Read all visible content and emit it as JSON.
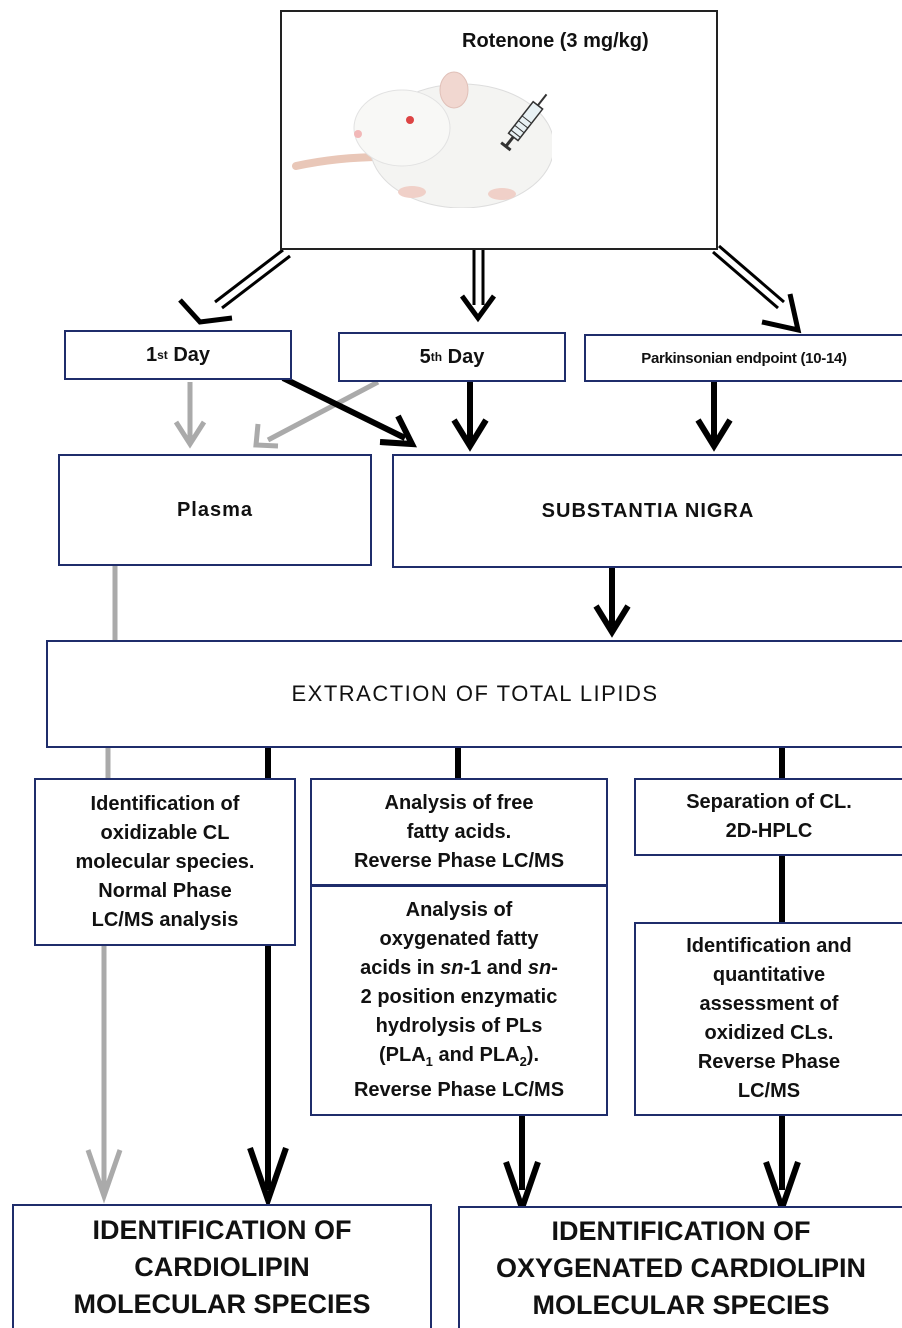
{
  "top": {
    "label": "Rotenone (3 mg/kg)"
  },
  "timepoints": [
    {
      "main": "1",
      "sup": "st",
      "rest": " Day"
    },
    {
      "main": "5",
      "sup": "th",
      "rest": " Day"
    },
    {
      "label": "Parkinsonian endpoint (10-14)"
    }
  ],
  "tissues": {
    "plasma": "Plasma",
    "sn": "SUBSTANTIA NIGRA"
  },
  "extraction": "EXTRACTION OF TOTAL LIPIDS",
  "analyses": {
    "identification": [
      "Identification of",
      "oxidizable CL",
      "molecular species.",
      "Normal Phase",
      "LC/MS analysis"
    ],
    "free_fa": [
      "Analysis of free",
      "fatty acids.",
      "Reverse Phase LC/MS"
    ],
    "separation": [
      "Separation of CL.",
      "2D-HPLC"
    ],
    "oxy_fa": {
      "l1": "Analysis of",
      "l2": "oxygenated fatty",
      "l3a": "acids in ",
      "l3b": "sn",
      "l3c": "-1 and ",
      "l3d": "sn",
      "l3e": "-",
      "l4": "2 position enzymatic",
      "l5": "hydrolysis of PLs",
      "l6a": "(PLA",
      "l6b": "1",
      "l6c": " and PLA",
      "l6d": "2",
      "l6e": ").",
      "l7": "Reverse Phase LC/MS"
    },
    "quant": [
      "Identification and",
      "quantitative",
      "assessment of",
      "oxidized CLs.",
      "Reverse Phase",
      "LC/MS"
    ]
  },
  "results": {
    "cardiolipin": [
      "IDENTIFICATION OF",
      "CARDIOLIPIN",
      "MOLECULAR SPECIES"
    ],
    "oxygenated": [
      "IDENTIFICATION OF",
      "OXYGENATED CARDIOLIPIN",
      "MOLECULAR SPECIES"
    ]
  },
  "colors": {
    "box_border": "#1f2d6b",
    "arrow_black": "#000000",
    "arrow_gray": "#aaaaaa"
  }
}
